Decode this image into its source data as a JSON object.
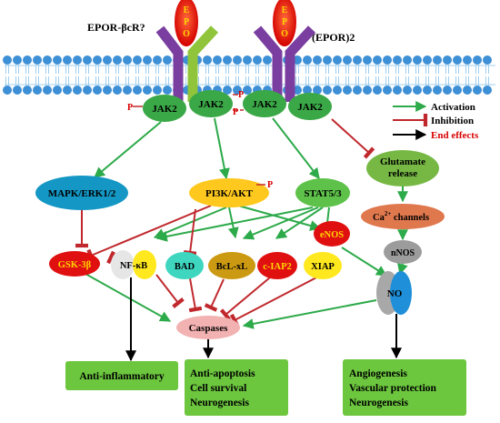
{
  "receptors": {
    "left_label": "EPOR-βcR?",
    "right_label": "(EPOR)2",
    "epo_letters": [
      "E",
      "P",
      "O"
    ]
  },
  "jak": {
    "label": "JAK2",
    "phospho": "P"
  },
  "legend": {
    "activation": "Activation",
    "inhibition": "Inhibition",
    "end_effects": "End effects"
  },
  "nodes": {
    "mapk": "MAPK/ERK1/2",
    "pi3k": "PI3K/AKT",
    "stat": "STAT5/3",
    "glutamate_1": "Glutamate",
    "glutamate_2": "release",
    "ca_prefix": "Ca",
    "ca_sup": "2+",
    "ca_suffix": " channels",
    "enos": "eNOS",
    "nnos": "nNOS",
    "gsk": "GSK-3β",
    "nfkb": "NF-κB",
    "bad": "BAD",
    "bclxl": "BcL-xL",
    "ciap2": "c-IAP2",
    "xiap": "XIAP",
    "no": "NO",
    "caspases": "Caspases"
  },
  "outcomes": {
    "box1": [
      "Anti-inflammatory"
    ],
    "box2": [
      "Anti-apoptosis",
      "Cell survival",
      "Neurogenesis"
    ],
    "box3": [
      "Angiogenesis",
      "Vascular protection",
      "Neurogenesis"
    ]
  },
  "colors": {
    "activation": "#2daa4a",
    "inhibition": "#c0282d",
    "membrane": "#3d8fd6",
    "jak": "#3aa847",
    "mapk": "#1497c4",
    "pi3k": "#ffc81e",
    "stat": "#5ec24a",
    "glutamate": "#76b843",
    "ca": "#e0784e",
    "enos": "#e01010",
    "nnos": "#9c9c9c",
    "gsk": "#e01010",
    "bad": "#3fd6c0",
    "bclxl": "#cc9a12",
    "ciap2": "#e01010",
    "xiap": "#ffe81e",
    "caspases": "#f3b2b2",
    "outcome": "#6cc63e"
  }
}
